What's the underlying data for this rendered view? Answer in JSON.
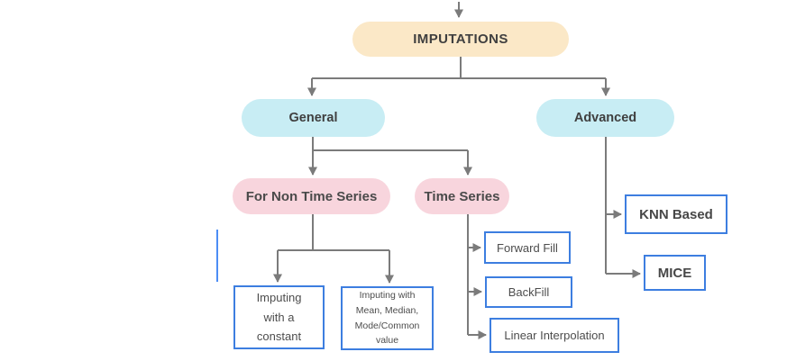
{
  "diagram": {
    "type": "flowchart",
    "title": "IMPUTATIONS",
    "nodes": {
      "imputations": {
        "label": "IMPUTATIONS"
      },
      "general": {
        "label": "General"
      },
      "advanced": {
        "label": "Advanced"
      },
      "for_non_time_series": {
        "label": "For Non Time Series"
      },
      "time_series": {
        "label": "Time Series"
      },
      "imputing_with_constant": {
        "label": "Imputing\nwith a\nconstant"
      },
      "imputing_with_mean": {
        "label": "Imputing with\nMean, Median,\nMode/Common\nvalue"
      },
      "forward_fill": {
        "label": "Forward Fill"
      },
      "backfill": {
        "label": "BackFill"
      },
      "linear_interpolation": {
        "label": "Linear Interpolation"
      },
      "knn_based": {
        "label": "KNN Based"
      },
      "mice": {
        "label": "MICE"
      }
    },
    "hierarchy": {
      "IMPUTATIONS": {
        "General": {
          "For Non Time Series": [
            "Imputing with a constant",
            "Imputing with Mean, Median, Mode/Common value"
          ],
          "Time Series": [
            "Forward Fill",
            "BackFill",
            "Linear Interpolation"
          ]
        },
        "Advanced": [
          "KNN Based",
          "MICE"
        ]
      }
    },
    "colors": {
      "root_fill": "#FBE8C7",
      "branch_fill": "#C8EDF4",
      "subbranch_fill": "#F8D5DD",
      "leaf_border": "#3D7EE0",
      "connector": "#7B7B7B",
      "node_text": "#3F3F3F",
      "leaf_text": "#4D4D4D",
      "stray_line": "#4C8DF5"
    }
  }
}
